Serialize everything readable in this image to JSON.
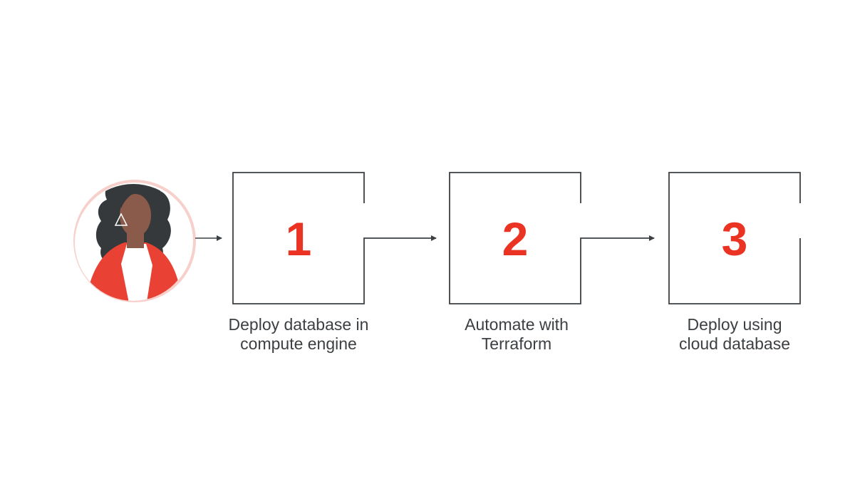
{
  "colors": {
    "accent": "#ea3323",
    "stroke": "#3c4043",
    "label_text": "#3c4043",
    "avatar_ring": "#f7d0cc",
    "avatar_skin": "#8a5a4a",
    "avatar_hair": "#35393b",
    "avatar_jacket": "#e94235",
    "avatar_shirt": "#ffffff"
  },
  "icons": {
    "avatar": "person-avatar-icon",
    "earring": "triangle-earring-icon",
    "arrow": "arrow-right-icon"
  },
  "steps": [
    {
      "number": "1",
      "label_line1": "Deploy database in",
      "label_line2": "compute engine"
    },
    {
      "number": "2",
      "label_line1": "Automate with",
      "label_line2": "Terraform"
    },
    {
      "number": "3",
      "label_line1": "Deploy using",
      "label_line2": "cloud database"
    }
  ]
}
